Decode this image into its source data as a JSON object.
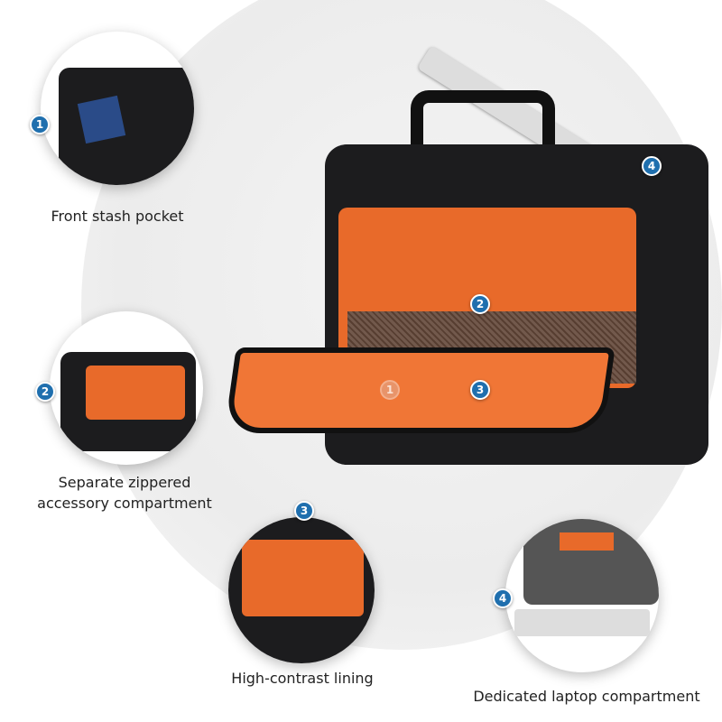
{
  "callouts": [
    {
      "number": "1",
      "label": "Front stash pocket"
    },
    {
      "number": "2",
      "label_lines": [
        "Separate zippered",
        "accessory compartment"
      ]
    },
    {
      "number": "3",
      "label": "High-contrast lining"
    },
    {
      "number": "4",
      "label": "Dedicated laptop compartment"
    }
  ],
  "main_badges": [
    "1",
    "2",
    "3",
    "4"
  ],
  "colors": {
    "badge": "#1f6fae",
    "lining": "#e86a2a",
    "bag": "#1c1c1e"
  }
}
